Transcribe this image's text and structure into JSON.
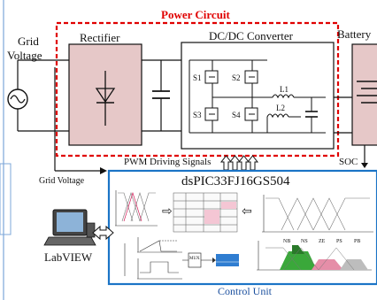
{
  "power_circuit": {
    "title": "Power Circuit"
  },
  "grid": {
    "line1": "Grid",
    "line2": "Voltage"
  },
  "rectifier": {
    "label": "Rectifier"
  },
  "converter": {
    "label": "DC/DC Converter",
    "switches": [
      "S1",
      "S2",
      "S3",
      "S4"
    ],
    "inductors": [
      "L1",
      "L2"
    ]
  },
  "battery": {
    "label": "Battery"
  },
  "signals": {
    "pwm": "PWM Driving Signals",
    "soc": "SOC",
    "grid_voltage": "Grid Voltage"
  },
  "computer": {
    "label": "LabVIEW"
  },
  "control_unit": {
    "label": "Control Unit",
    "chip": "dsPIC33FJ16GS504",
    "ilc_labels": [
      "NB",
      "NS",
      "ZE",
      "PS",
      "PB"
    ],
    "mux_label": "MUX"
  },
  "colors": {
    "power_border": "#e00000",
    "control_border": "#1b74c6",
    "rectifier_fill": "#e6c8c8",
    "battery_fill": "#e6c8c8",
    "control_text": "#1b4f9e",
    "soc_fill_green": "#3aa83a",
    "soc_fill_pink": "#e58ea8",
    "soc_fill_gray": "#bdbdbd"
  }
}
